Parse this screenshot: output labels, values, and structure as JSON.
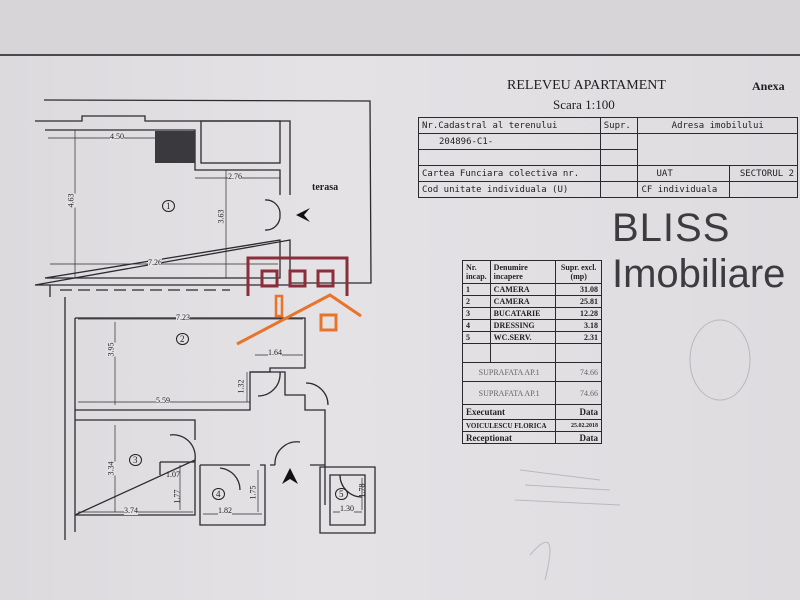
{
  "document": {
    "title": "RELEVEU APARTAMENT",
    "scale": "Scara 1:100",
    "annex": "Anexa"
  },
  "cadastral_table": {
    "nr_cadastral_label": "Nr.Cadastral al terenului",
    "supr_label": "Supr.",
    "address_label": "Adresa imobilului",
    "nr_cadastral_value": "204896-C1-",
    "carte_funciara_label": "Cartea Funciara colectiva nr.",
    "uat_label": "UAT",
    "uat_value": "SECTORUL 2",
    "cod_unitate_label": "Cod unitate individuala (U)",
    "cf_individuala_label": "CF individuala"
  },
  "rooms_table": {
    "headers": [
      "Nr. incap.",
      "Denumire incapere",
      "Supr. excl.(mp)"
    ],
    "rows": [
      {
        "nr": "1",
        "name": "CAMERA",
        "area": "31.08"
      },
      {
        "nr": "2",
        "name": "CAMERA",
        "area": "25.81"
      },
      {
        "nr": "3",
        "name": "BUCATARIE",
        "area": "12.28"
      },
      {
        "nr": "4",
        "name": "DRESSING",
        "area": "3.18"
      },
      {
        "nr": "5",
        "name": "WC.SERV.",
        "area": "2.31"
      }
    ],
    "suprafata_utila_label": "SUPRAFATA AP.1",
    "suprafata_utila_value": "74.66",
    "suprafata_totala_label": "SUPRAFATA AP.1",
    "suprafata_totala_value": "74.66",
    "executant_label": "Executant",
    "data_label": "Data",
    "executant_name": "VOICULESCU FLORICA",
    "executant_date": "25.02.2018",
    "receptionat_label": "Receptionat",
    "receptionat_data_label": "Data"
  },
  "floor_plan": {
    "terrace_label": "terasa",
    "room_numbers": [
      "1",
      "2",
      "3",
      "4",
      "5"
    ],
    "dimensions": {
      "r1_top": "4.50",
      "r1_left": "4.63",
      "r1_notch_w": "2.76",
      "r1_notch_h": "3.63",
      "r1_bottom": "7.26",
      "r2_top": "7.23",
      "r2_left": "3.95",
      "r2_bottom": "5.59",
      "r2_notch_w": "1.64",
      "r2_notch_h": "1.32",
      "r3_left": "3.34",
      "r3_bottom": "3.74",
      "r3_a": "1.07",
      "r3_b": "1.77",
      "r4_w": "1.82",
      "r4_h": "1.75",
      "r5_w": "1.30",
      "r5_h": "1.78"
    }
  },
  "watermark": {
    "brand": "BLISS",
    "sub": "Imobiliare",
    "color_primary": "#8b2d3a",
    "color_accent": "#e8742a"
  }
}
